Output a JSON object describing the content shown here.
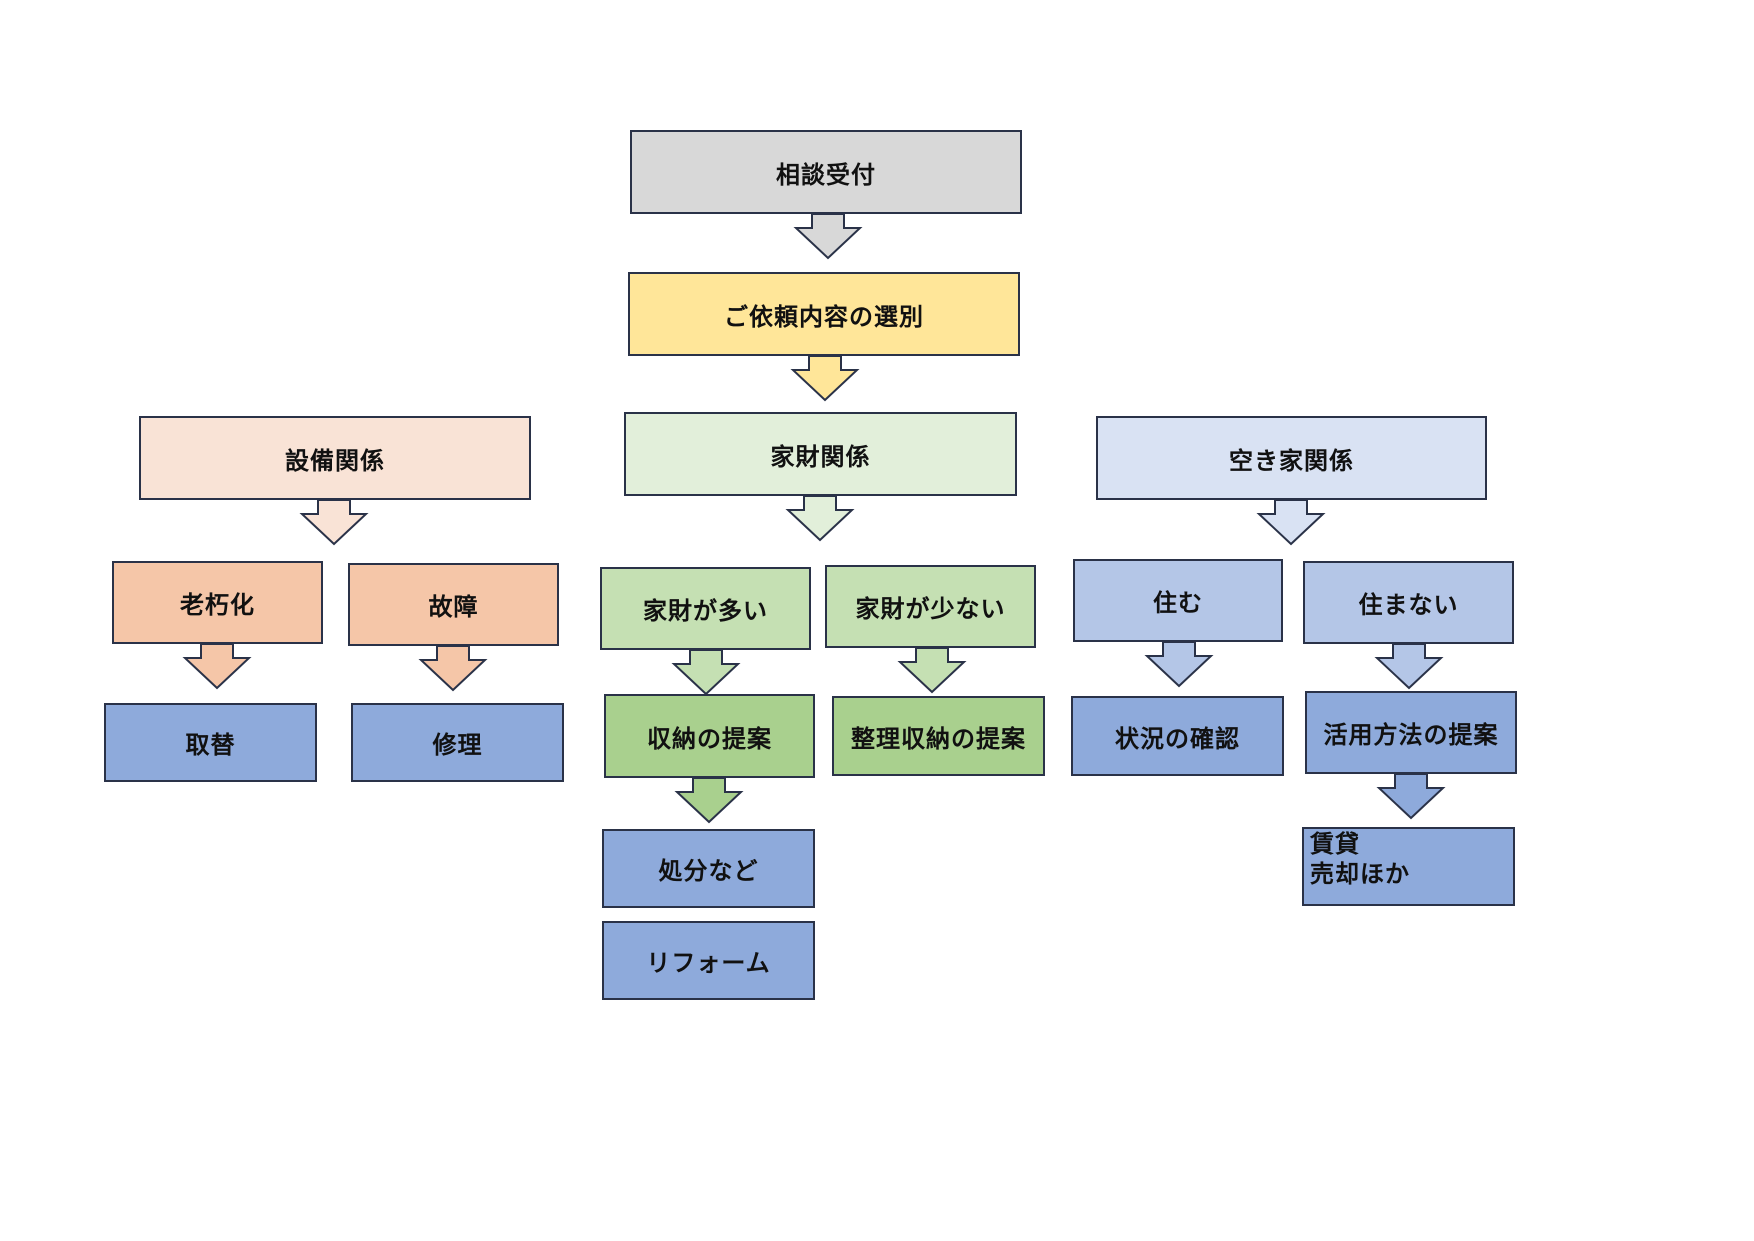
{
  "colors": {
    "gray": "#d8d8d8",
    "yellow": "#ffe699",
    "peach_light": "#f9e3d6",
    "peach": "#f5c6a8",
    "green_light": "#e2efda",
    "green": "#c5e0b3",
    "green_dark": "#a9d08e",
    "blue_light": "#d9e2f3",
    "blue": "#b4c6e7",
    "blue_dark": "#8eaadb"
  },
  "nodes": {
    "reception": "相談受付",
    "selection": "ご依頼内容の選別",
    "equipment": "設備関係",
    "belongings": "家財関係",
    "vacant_house": "空き家関係",
    "aging": "老朽化",
    "breakdown": "故障",
    "many_belongings": "家財が多い",
    "few_belongings": "家財が少ない",
    "live": "住む",
    "not_live": "住まない",
    "replace": "取替",
    "repair": "修理",
    "storage_proposal": "収納の提案",
    "organize_storage_proposal": "整理収納の提案",
    "check_situation": "状況の確認",
    "utilization_proposal": "活用方法の提案",
    "disposal": "処分など",
    "reform": "リフォーム",
    "rent": "賃貸",
    "sale": "売却ほか"
  }
}
